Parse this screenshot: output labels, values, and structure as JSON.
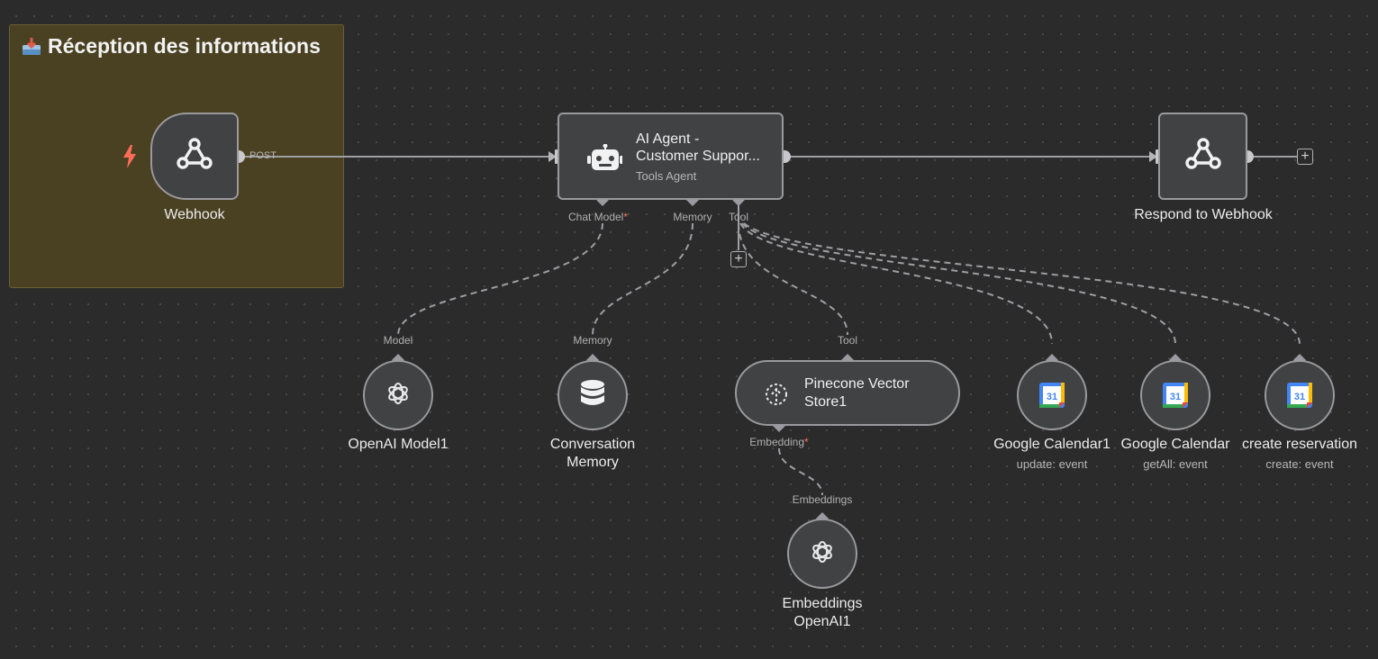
{
  "sticky": {
    "title": "Réception des informations"
  },
  "nodes": {
    "webhook": {
      "label": "Webhook",
      "output_label": "POST"
    },
    "agent": {
      "title_line1": "AI Agent -",
      "title_line2": "Customer Suppor...",
      "subtitle": "Tools Agent",
      "ports": {
        "chat_model": "Chat Model",
        "required_mark": "*",
        "memory": "Memory",
        "tool": "Tool"
      }
    },
    "respond": {
      "label": "Respond to Webhook"
    },
    "openai_model": {
      "label": "OpenAI Model1",
      "port": "Model"
    },
    "memory": {
      "label_line1": "Conversation",
      "label_line2": "Memory",
      "port": "Memory"
    },
    "pinecone": {
      "title_line1": "Pinecone Vector",
      "title_line2": "Store1",
      "port": "Tool",
      "embedding_port": "Embedding",
      "required_mark": "*"
    },
    "gcal1": {
      "label": "Google Calendar1",
      "sub": "update: event"
    },
    "gcal2": {
      "label": "Google Calendar",
      "sub": "getAll: event"
    },
    "gcal3": {
      "label": "create reservation",
      "sub": "create: event"
    },
    "gcal_icon_text": "31",
    "embeddings": {
      "label_line1": "Embeddings",
      "label_line2": "OpenAI1",
      "port": "Embeddings"
    }
  },
  "plus_symbol": "+",
  "colors": {
    "canvas": "#2b2b2b",
    "node_bg": "#414244",
    "node_border": "#9a9a9e",
    "sticky_bg": "#4a4122",
    "trigger_bolt": "#ff6d5a",
    "gcal_blue": "#4285f4",
    "gcal_green": "#34a853",
    "gcal_yellow": "#fbbc04",
    "gcal_red": "#ea4335"
  },
  "icons": [
    "inbox-tray-icon",
    "webhook-icon",
    "robot-icon",
    "openai-icon",
    "database-icon",
    "pinecone-icon",
    "google-calendar-icon",
    "lightning-icon",
    "plus-icon"
  ]
}
